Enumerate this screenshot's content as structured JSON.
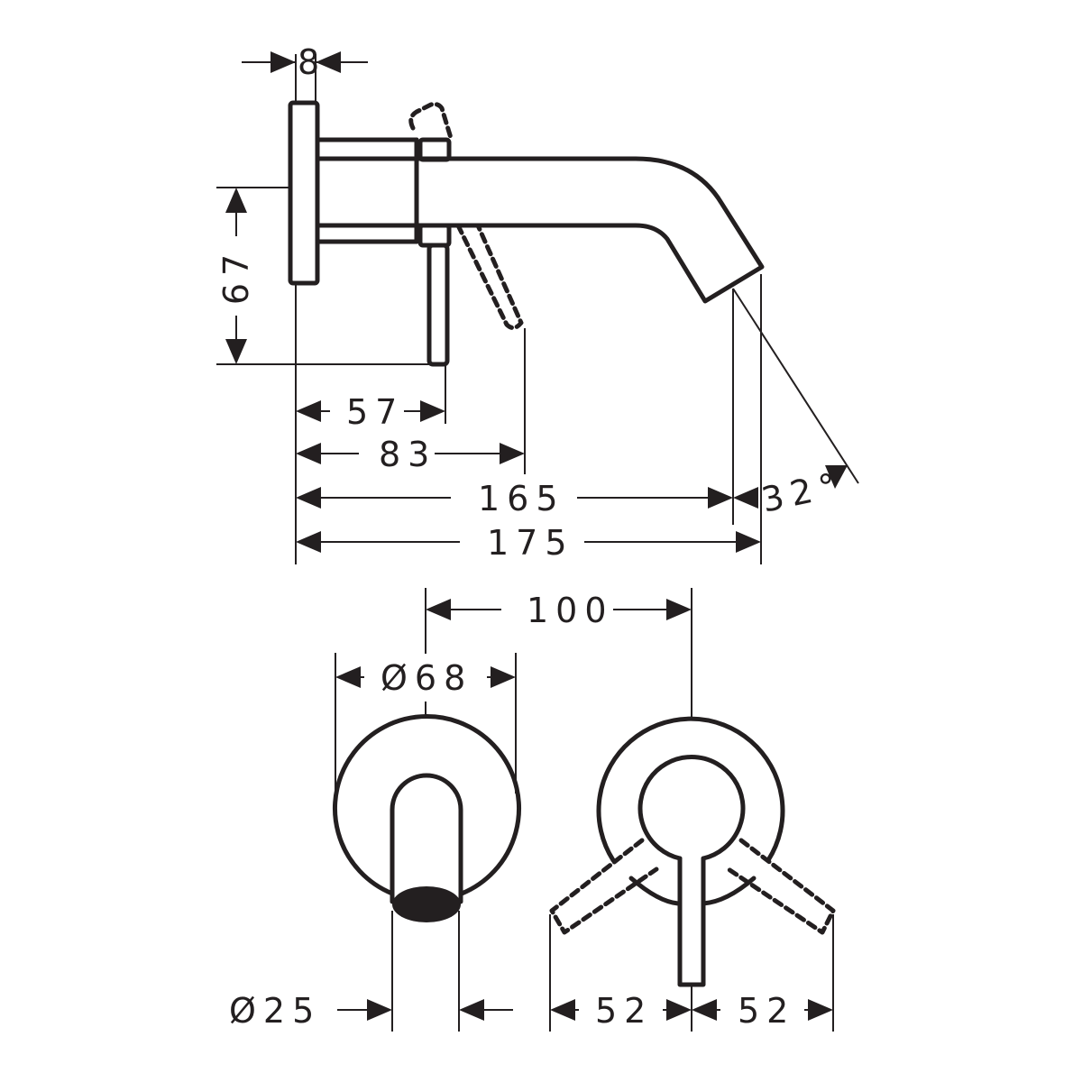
{
  "drawing": {
    "title": "Wall-mounted basin mixer dimension drawing",
    "line_color": "#231f20",
    "background": "#ffffff",
    "side_view": {
      "dimensions": {
        "rosette_thickness": "8",
        "height_to_lever": "67",
        "lever_distance": "57",
        "lever_swing_distance": "83",
        "spout_outlet_reach": "165",
        "total_projection": "175",
        "outlet_angle": "32°"
      }
    },
    "front_view": {
      "dimensions": {
        "center_distance": "100",
        "rosette_diameter": "Ø68",
        "spout_diameter": "Ø25",
        "lever_swing_left": "52",
        "lever_swing_right": "52"
      }
    }
  }
}
